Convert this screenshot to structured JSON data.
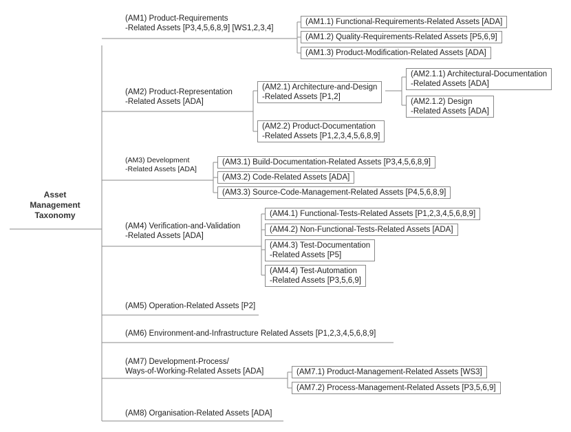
{
  "root": "Asset\nManagement\nTaxonomy",
  "line_color": "#8a8a8a",
  "l1": [
    {
      "id": "AM1",
      "label": "(AM1) Product-Requirements\n-Related Assets [P3,4,5,6,8,9] [WS1,2,3,4]"
    },
    {
      "id": "AM2",
      "label": "(AM2) Product-Representation\n-Related Assets [ADA]"
    },
    {
      "id": "AM3",
      "label": "(AM3) Development\n-Related Assets [ADA]"
    },
    {
      "id": "AM4",
      "label": "(AM4) Verification-and-Validation\n-Related Assets [ADA]"
    },
    {
      "id": "AM5",
      "label": "(AM5) Operation-Related Assets [P2]"
    },
    {
      "id": "AM6",
      "label": "(AM6) Environment-and-Infrastructure Related Assets [P1,2,3,4,5,6,8,9]"
    },
    {
      "id": "AM7",
      "label": "(AM7) Development-Process/\nWays-of-Working-Related Assets [ADA]"
    },
    {
      "id": "AM8",
      "label": "(AM8) Organisation-Related Assets [ADA]"
    }
  ],
  "l2": [
    {
      "id": "AM1.1",
      "label": "(AM1.1) Functional-Requirements-Related Assets [ADA]"
    },
    {
      "id": "AM1.2",
      "label": "(AM1.2) Quality-Requirements-Related Assets [P5,6,9]"
    },
    {
      "id": "AM1.3",
      "label": "(AM1.3) Product-Modification-Related Assets [ADA]"
    },
    {
      "id": "AM2.1",
      "label": "(AM2.1) Architecture-and-Design\n-Related Assets [P1,2]"
    },
    {
      "id": "AM2.2",
      "label": "(AM2.2) Product-Documentation\n-Related Assets [P1,2,3,4,5,6,8,9]"
    },
    {
      "id": "AM3.1",
      "label": "(AM3.1) Build-Documentation-Related Assets [P3,4,5,6,8,9]"
    },
    {
      "id": "AM3.2",
      "label": "(AM3.2) Code-Related Assets [ADA]"
    },
    {
      "id": "AM3.3",
      "label": "(AM3.3) Source-Code-Management-Related Assets [P4,5,6,8,9]"
    },
    {
      "id": "AM4.1",
      "label": "(AM4.1) Functional-Tests-Related Assets [P1,2,3,4,5,6,8,9]"
    },
    {
      "id": "AM4.2",
      "label": "(AM4.2) Non-Functional-Tests-Related Assets [ADA]"
    },
    {
      "id": "AM4.3",
      "label": "(AM4.3) Test-Documentation\n-Related Assets [P5]"
    },
    {
      "id": "AM4.4",
      "label": "(AM4.4) Test-Automation\n-Related Assets [P3,5,6,9]"
    },
    {
      "id": "AM7.1",
      "label": "(AM7.1) Product-Management-Related Assets [WS3]"
    },
    {
      "id": "AM7.2",
      "label": "(AM7.2) Process-Management-Related Assets [P3,5,6,9]"
    }
  ],
  "l3": [
    {
      "id": "AM2.1.1",
      "label": "(AM2.1.1) Architectural-Documentation\n-Related Assets [ADA]"
    },
    {
      "id": "AM2.1.2",
      "label": "(AM2.1.2) Design\n-Related Assets [ADA]"
    }
  ]
}
